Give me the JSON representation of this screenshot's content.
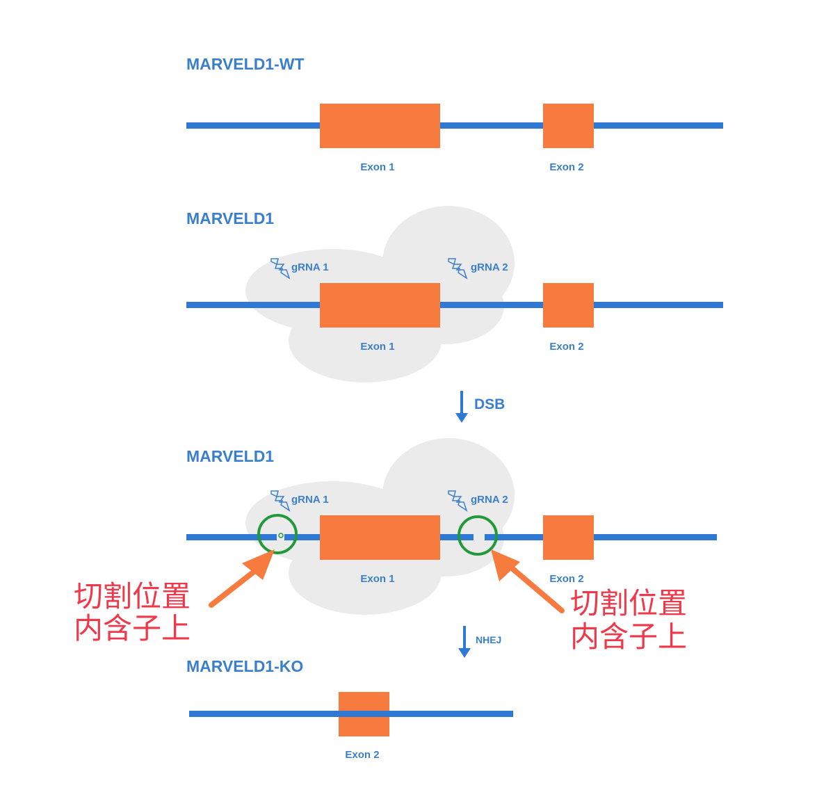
{
  "colors": {
    "dna": "#2f78d4",
    "exon": "#f77a3e",
    "cloud": "#ebebeb",
    "text": "#3a7fcd",
    "circle": "#22993a",
    "annotation": "#f0384a"
  },
  "panels": {
    "wt": {
      "title": "MARVELD1-WT",
      "exon1": "Exon 1",
      "exon2": "Exon 2"
    },
    "grna": {
      "title": "MARVELD1",
      "grna1": "gRNA 1",
      "grna2": "gRNA 2",
      "exon1": "Exon 1",
      "exon2": "Exon 2"
    },
    "dsb": {
      "title": "MARVELD1",
      "grna1": "gRNA 1",
      "grna2": "gRNA 2",
      "exon1": "Exon 1",
      "exon2": "Exon 2"
    },
    "ko": {
      "title": "MARVELD1-KO",
      "exon2": "Exon 2"
    }
  },
  "steps": {
    "dsb": "DSB",
    "nhej": "NHEJ"
  },
  "annotations": {
    "left": {
      "line1": "切割位置",
      "line2": "内含子上"
    },
    "right": {
      "line1": "切割位置",
      "line2": "内含子上"
    }
  }
}
